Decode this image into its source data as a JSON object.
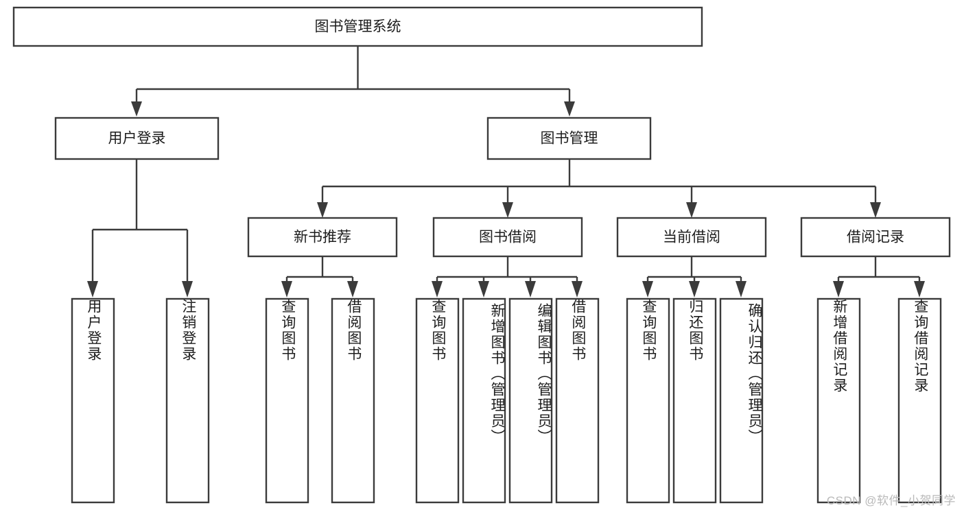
{
  "diagram": {
    "type": "tree",
    "title": "图书管理系统",
    "orientation": "top-down",
    "watermark": "CSDN @软件_小贺同学",
    "colors": {
      "box_stroke": "#3b3b3b",
      "box_fill": "#ffffff",
      "text": "#1d1d1d",
      "background": "#ffffff",
      "watermark": "#b9b9b9"
    },
    "root": {
      "label": "图书管理系统"
    },
    "level2": [
      {
        "label": "用户登录"
      },
      {
        "label": "图书管理"
      }
    ],
    "level3": [
      {
        "label": "新书推荐"
      },
      {
        "label": "图书借阅"
      },
      {
        "label": "当前借阅"
      },
      {
        "label": "借阅记录"
      }
    ],
    "leaves": {
      "user_login": [
        {
          "label": "用户登录"
        },
        {
          "label": "注销登录"
        }
      ],
      "new_book_recommend": [
        {
          "label": "查询图书"
        },
        {
          "label": "借阅图书"
        }
      ],
      "book_borrow": [
        {
          "label": "查询图书"
        },
        {
          "label": "新增图书（管理员）"
        },
        {
          "label": "编辑图书（管理员）"
        },
        {
          "label": "借阅图书"
        }
      ],
      "current_borrow": [
        {
          "label": "查询图书"
        },
        {
          "label": "归还图书"
        },
        {
          "label": "确认归还（管理员）"
        }
      ],
      "borrow_record": [
        {
          "label": "新增借阅记录"
        },
        {
          "label": "查询借阅记录"
        }
      ]
    }
  }
}
